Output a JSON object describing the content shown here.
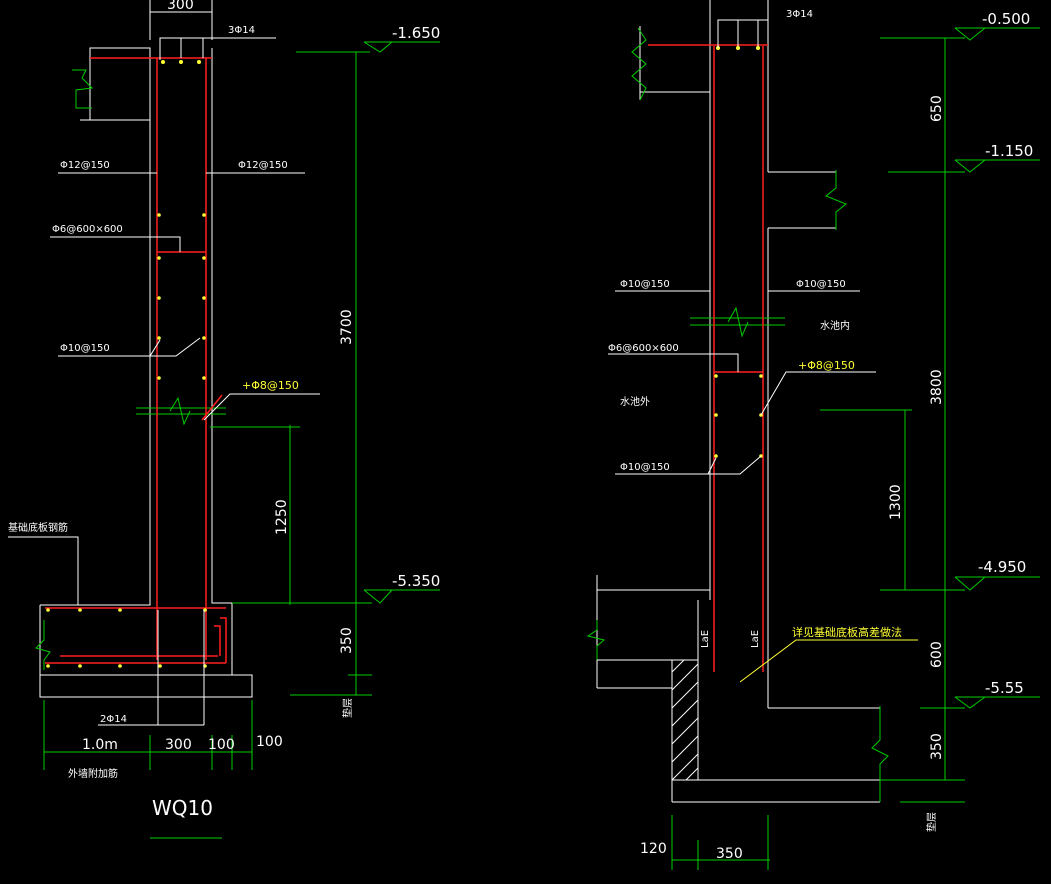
{
  "drawing_title": "WQ10",
  "left_section": {
    "rebar_top": "3Φ14",
    "rebar_outer": "Φ12@150",
    "rebar_inner": "Φ12@150",
    "tie": "Φ6@600×600",
    "dist_bar": "Φ10@150",
    "added_bar": "+Φ8@150",
    "foundation_note": "基础底板钢筋",
    "bottom_bar": "2Φ14",
    "extra_note": "外墙附加筋",
    "levels": [
      "-1.650",
      "-5.350"
    ],
    "dims_vertical": [
      "3700",
      "1250",
      "350"
    ],
    "dims_horizontal": [
      "300",
      "1.0m",
      "300",
      "100",
      "100"
    ],
    "cushion": "垫层"
  },
  "right_section": {
    "rebar_top": "3Φ14",
    "dist_bar_left": "Φ10@150",
    "dist_bar_right": "Φ10@150",
    "tie": "Φ6@600×600",
    "added_bar": "+Φ8@150",
    "dist_bar_lower": "Φ10@150",
    "inside_label": "水池内",
    "outside_label": "水池外",
    "anchor_left": "LaE",
    "anchor_right": "LaE",
    "foundation_note": "详见基础底板高差做法",
    "levels": [
      "-0.500",
      "-1.150",
      "-4.950",
      "-5.55"
    ],
    "dims_vertical": [
      "650",
      "3800",
      "1300",
      "600",
      "350"
    ],
    "dims_horizontal": [
      "120",
      "350"
    ],
    "cushion": "垫层"
  }
}
